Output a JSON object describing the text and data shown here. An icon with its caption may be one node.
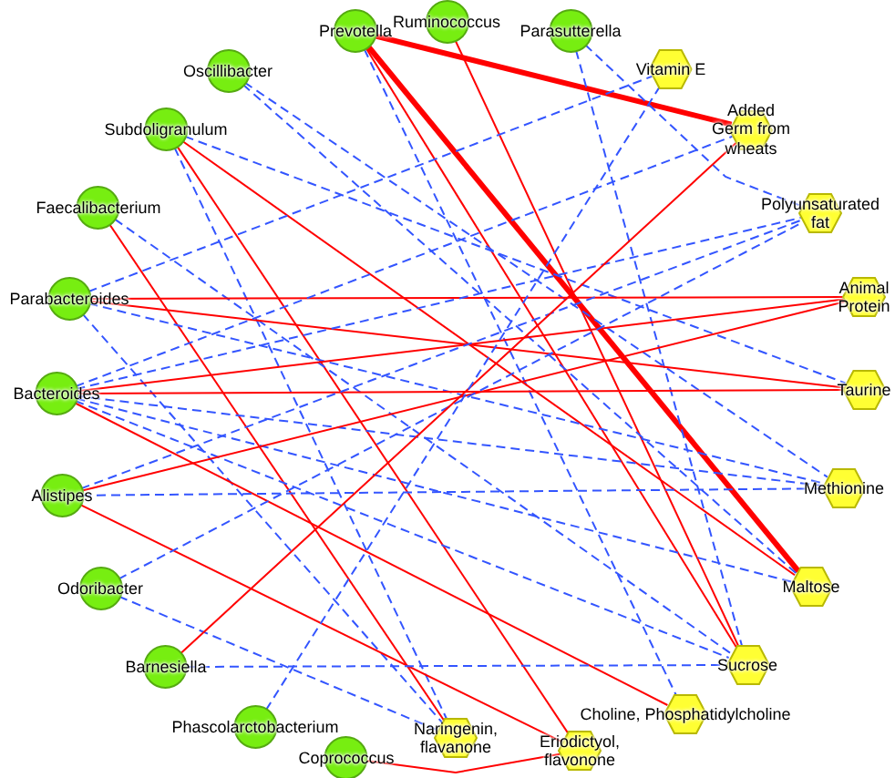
{
  "diagram": {
    "nodes": [
      {
        "text": [
          "Prevotella"
        ]
      },
      {
        "text": [
          "Ruminococcus"
        ]
      },
      {
        "text": [
          "Parasutterella"
        ]
      },
      {
        "text": [
          "Oscillibacter"
        ]
      },
      {
        "text": [
          "Subdoligranulum"
        ]
      },
      {
        "text": [
          "Faecalibacterium"
        ]
      },
      {
        "text": [
          "Parabacteroides"
        ]
      },
      {
        "text": [
          "Bacteroides"
        ]
      },
      {
        "text": [
          "Alistipes"
        ]
      },
      {
        "text": [
          "Odoribacter"
        ]
      },
      {
        "text": [
          "Barnesiella"
        ]
      },
      {
        "text": [
          "Phascolarctobacterium"
        ]
      },
      {
        "text": [
          "Coprococcus"
        ]
      },
      {
        "text": [
          "Vitamin E"
        ]
      },
      {
        "text": [
          "Added Germ from wheats"
        ]
      },
      {
        "text": [
          "Polyunsaturated fat"
        ]
      },
      {
        "text": [
          "Animal Protein"
        ]
      },
      {
        "text": [
          "Taurine"
        ]
      },
      {
        "text": [
          "Methionine"
        ]
      },
      {
        "text": [
          "Maltose"
        ]
      },
      {
        "text": [
          "Sucrose"
        ]
      },
      {
        "text": [
          "Choline, Phosphatidylcholine"
        ]
      },
      {
        "text": [
          "Eriodictyol, flavonone"
        ]
      },
      {
        "text": [
          "Naringenin, flavanone"
        ]
      }
    ],
    "edges": [
      {
        "from": 0,
        "to": 14,
        "arrow": "none",
        "style": "thick",
        "color": "#ff0000"
      },
      {
        "from": 0,
        "to": 19,
        "arrow": "none",
        "style": "thick",
        "color": "#ff0000"
      },
      {
        "from": 0,
        "to": 20,
        "arrow": "none",
        "color": "#ff0000"
      },
      {
        "from": 0,
        "to": 21,
        "arrow": "none",
        "style": "dashed"
      },
      {
        "from": 1,
        "to": 20,
        "arrow": "none",
        "color": "#ff0000"
      },
      {
        "from": 2,
        "to": 20,
        "arrow": "none",
        "style": "dashed"
      },
      {
        "from": 2,
        "to": 15,
        "arrow": "none",
        "style": "dashed"
      },
      {
        "from": 3,
        "to": 18,
        "arrow": "none",
        "style": "dashed"
      },
      {
        "from": 3,
        "to": 19,
        "arrow": "none",
        "style": "dashed"
      },
      {
        "from": 4,
        "to": 19,
        "arrow": "none",
        "color": "#ff0000"
      },
      {
        "from": 4,
        "to": 22,
        "arrow": "none",
        "color": "#ff0000"
      },
      {
        "from": 4,
        "to": 17,
        "arrow": "none",
        "style": "dashed"
      },
      {
        "from": 4,
        "to": 23,
        "arrow": "none",
        "style": "dashed"
      },
      {
        "from": 5,
        "to": 23,
        "arrow": "none",
        "color": "#ff0000"
      },
      {
        "from": 5,
        "to": 20,
        "arrow": "none",
        "style": "dashed"
      },
      {
        "from": 6,
        "to": 16,
        "arrow": "none",
        "color": "#ff0000"
      },
      {
        "from": 6,
        "to": 17,
        "arrow": "none",
        "color": "#ff0000"
      },
      {
        "from": 6,
        "to": 13,
        "arrow": "none",
        "style": "dashed"
      },
      {
        "from": 6,
        "to": 23,
        "arrow": "none",
        "style": "dashed"
      },
      {
        "from": 6,
        "to": 18,
        "arrow": "none",
        "style": "dashed"
      },
      {
        "from": 7,
        "to": 16,
        "arrow": "none",
        "color": "#ff0000"
      },
      {
        "from": 7,
        "to": 17,
        "arrow": "none",
        "color": "#ff0000"
      },
      {
        "from": 7,
        "to": 21,
        "arrow": "none",
        "color": "#ff0000"
      },
      {
        "from": 7,
        "to": 14,
        "arrow": "none",
        "style": "dashed"
      },
      {
        "from": 7,
        "to": 15,
        "arrow": "none",
        "style": "dashed"
      },
      {
        "from": 7,
        "to": 18,
        "arrow": "none",
        "style": "dashed"
      },
      {
        "from": 7,
        "to": 19,
        "arrow": "none",
        "style": "dashed"
      },
      {
        "from": 7,
        "to": 20,
        "arrow": "none",
        "style": "dashed"
      },
      {
        "from": 8,
        "to": 16,
        "arrow": "none",
        "color": "#ff0000"
      },
      {
        "from": 8,
        "to": 22,
        "arrow": "none",
        "color": "#ff0000"
      },
      {
        "from": 8,
        "to": 15,
        "arrow": "none",
        "style": "dashed"
      },
      {
        "from": 8,
        "to": 18,
        "arrow": "none",
        "style": "dashed"
      },
      {
        "from": 9,
        "to": 15,
        "arrow": "none",
        "style": "dashed"
      },
      {
        "from": 9,
        "to": 23,
        "arrow": "none",
        "style": "dashed"
      },
      {
        "from": 10,
        "to": 14,
        "arrow": "none",
        "color": "#ff0000"
      },
      {
        "from": 10,
        "to": 20,
        "arrow": "none",
        "style": "dashed"
      },
      {
        "from": 11,
        "to": 13,
        "arrow": "none",
        "style": "dashed"
      },
      {
        "from": 12,
        "to": 22,
        "arrow": "none",
        "color": "#ff0000"
      }
    ]
  }
}
